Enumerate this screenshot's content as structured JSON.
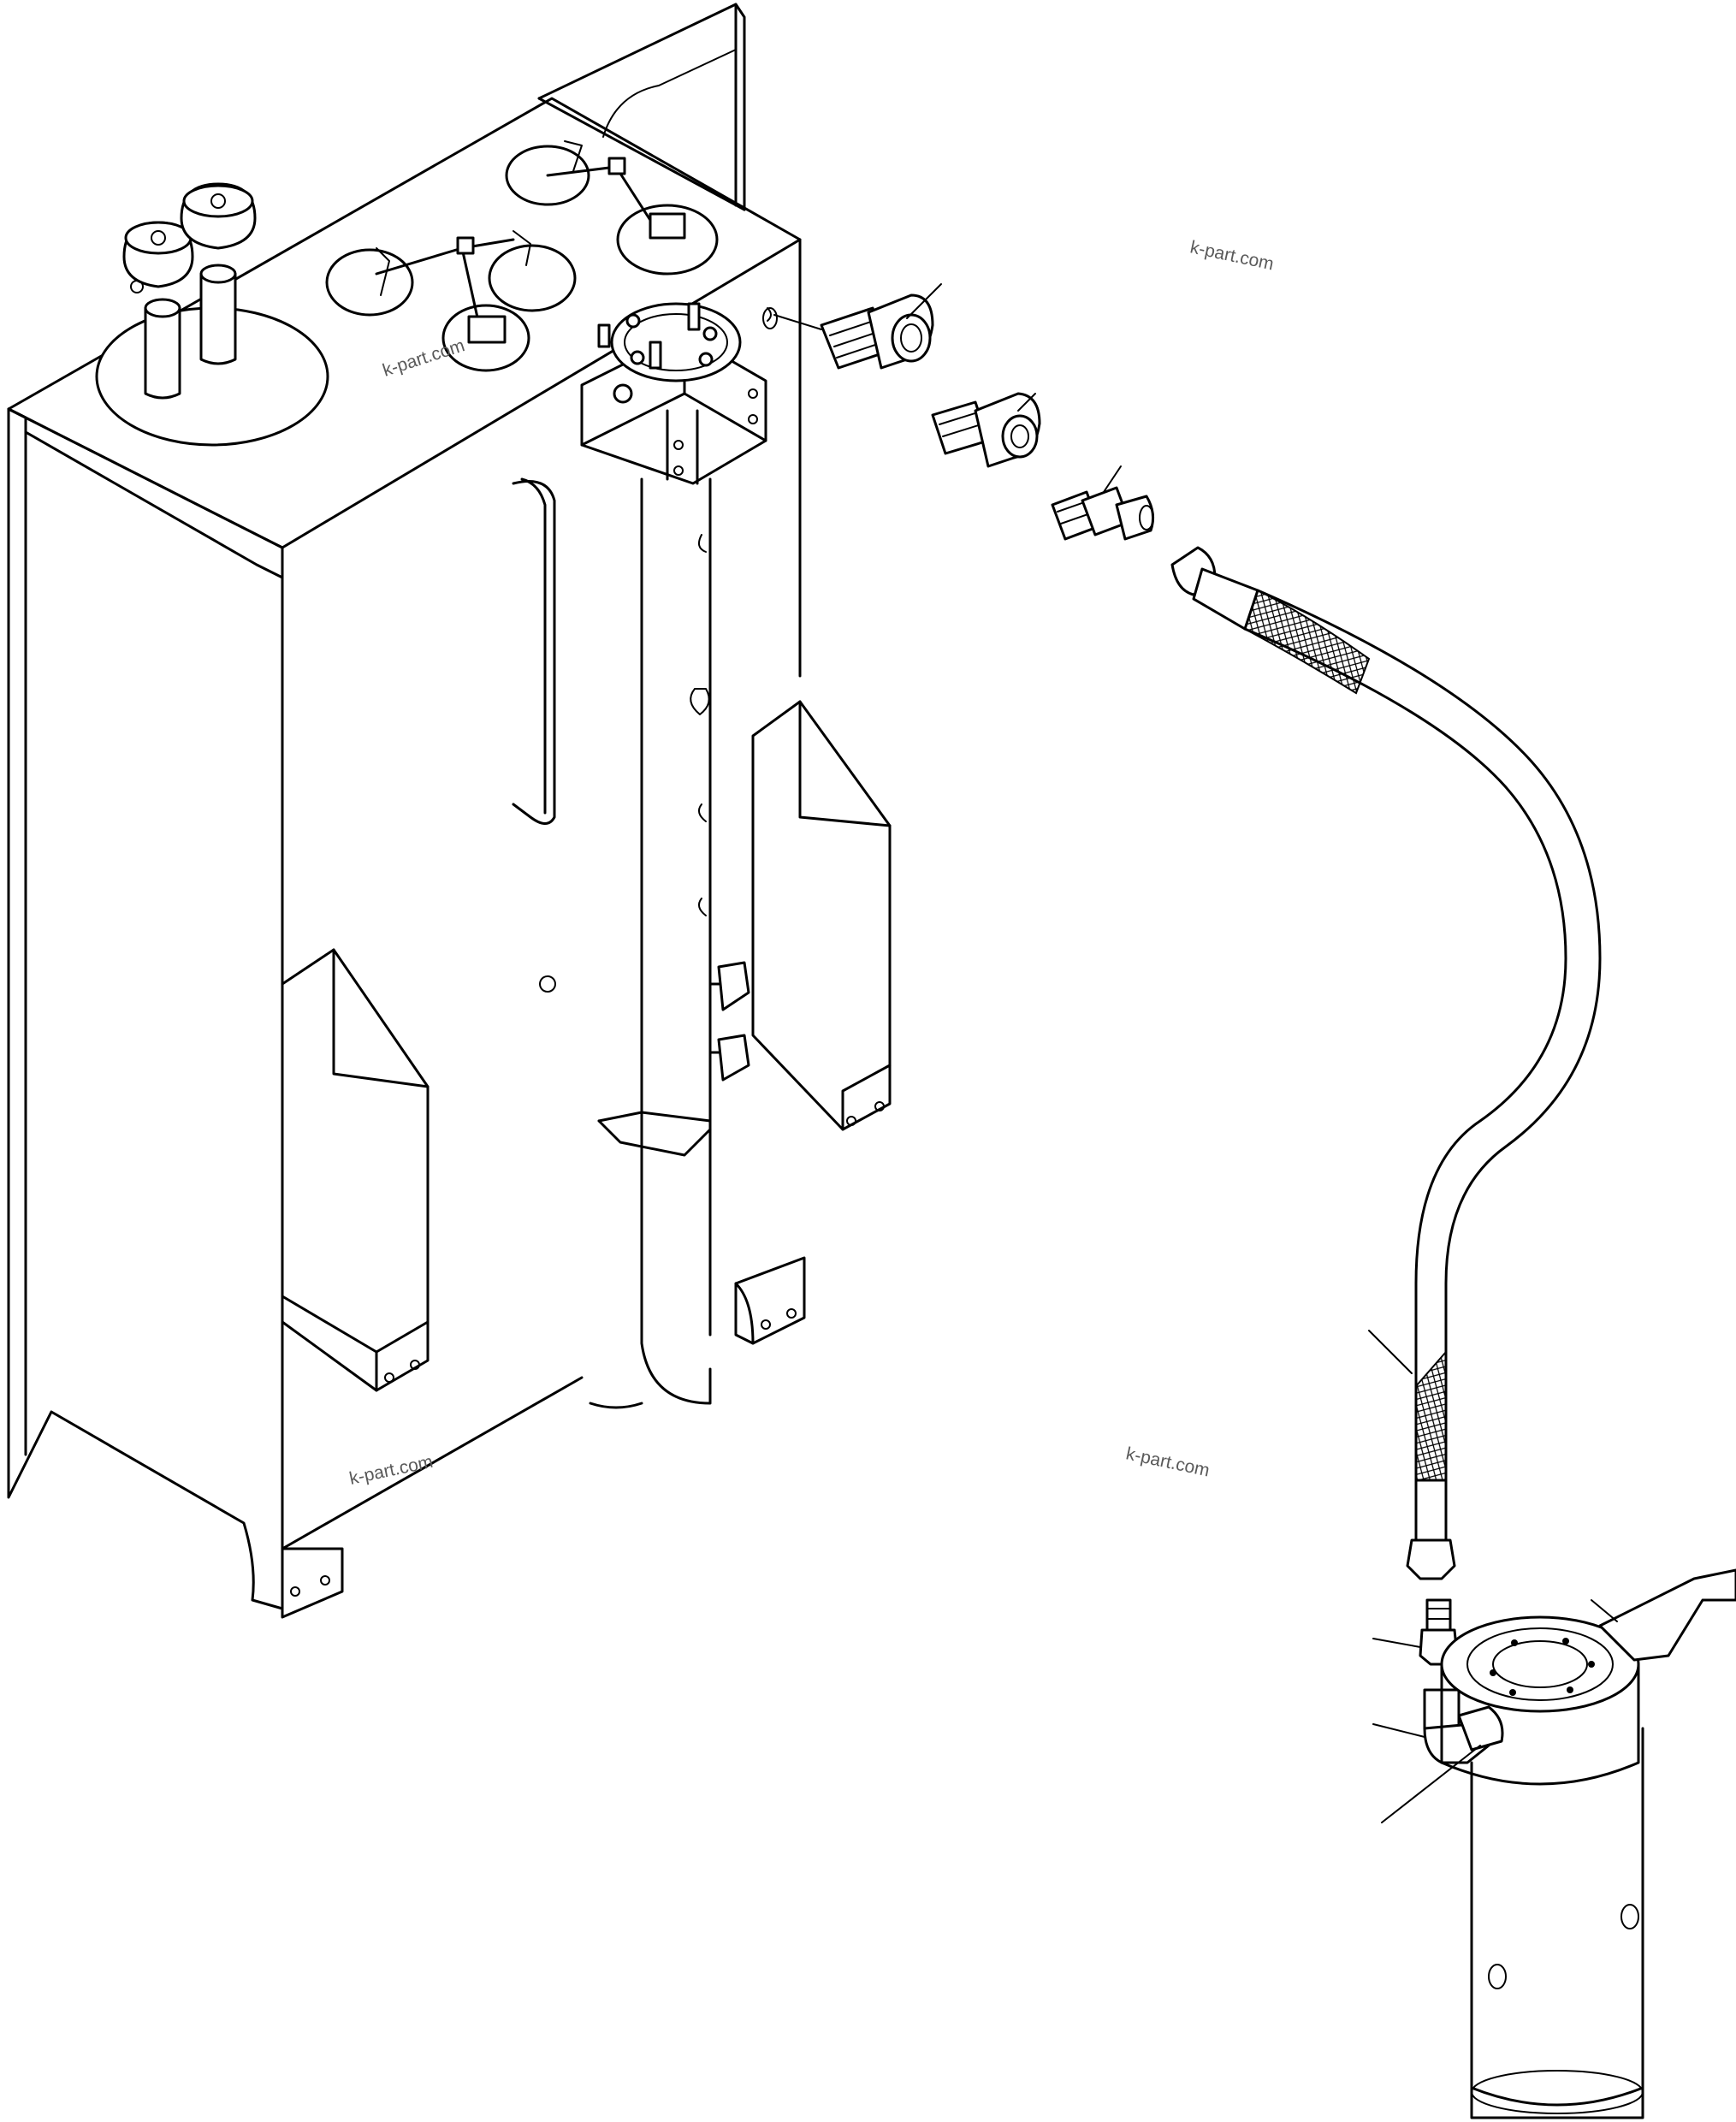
{
  "watermarks": [
    "k-part.com",
    "k-part.com",
    "k-part.com",
    "k-part.com"
  ],
  "colors": {
    "line": "#000000",
    "background": "#ffffff",
    "watermark": "#5a5a5a"
  },
  "components": [
    "hydraulic-tank",
    "tank-cap",
    "top-cover",
    "hydraulic-filter-head",
    "suction-pipe",
    "hose",
    "elbow-adapter",
    "quick-coupler",
    "connector",
    "nipple",
    "elbow",
    "cylinder-unit"
  ]
}
